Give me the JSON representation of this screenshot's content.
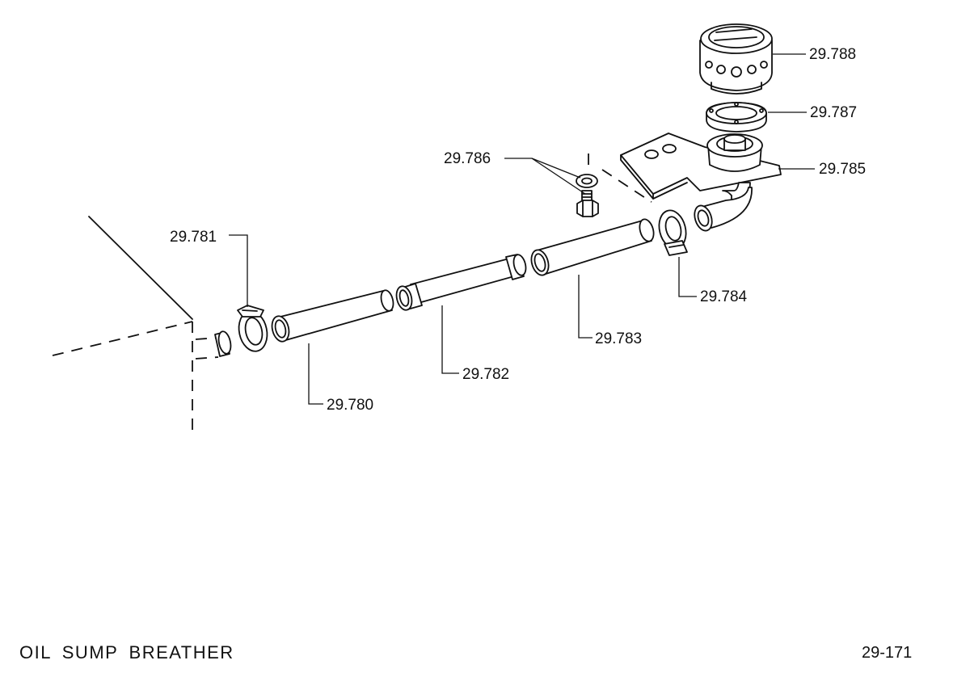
{
  "diagram": {
    "title": "OIL SUMP BREATHER",
    "page_number": "29-171",
    "parts": [
      {
        "ref": "29.780",
        "name": "hose"
      },
      {
        "ref": "29.781",
        "name": "hose clip"
      },
      {
        "ref": "29.782",
        "name": "connecting pipe"
      },
      {
        "ref": "29.783",
        "name": "hose"
      },
      {
        "ref": "29.784",
        "name": "hose clip"
      },
      {
        "ref": "29.785",
        "name": "breather housing with bracket"
      },
      {
        "ref": "29.786",
        "name": "bolt and washer"
      },
      {
        "ref": "29.787",
        "name": "gasket ring"
      },
      {
        "ref": "29.788",
        "name": "breather cap"
      }
    ]
  },
  "colors": {
    "ink": "#111111",
    "paper": "#ffffff"
  }
}
